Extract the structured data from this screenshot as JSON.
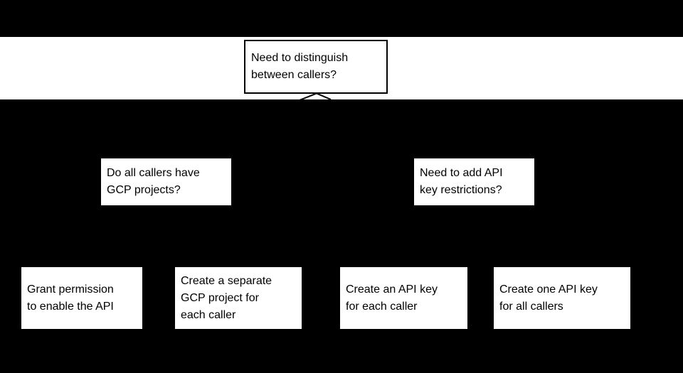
{
  "diagram": {
    "type": "flowchart",
    "colors": {
      "background": "#000000",
      "band": "#ffffff",
      "box_fill": "#ffffff",
      "box_border": "#000000",
      "text": "#000000"
    },
    "nodes": {
      "root": {
        "label": "Need to distinguish\nbetween callers?"
      },
      "q_gcp": {
        "label": "Do all callers have\nGCP projects?"
      },
      "q_restrictions": {
        "label": "Need to add API\nkey restrictions?"
      },
      "a_grant": {
        "label": "Grant permission\nto enable the API"
      },
      "a_project": {
        "label": "Create a separate\nGCP project for\neach caller"
      },
      "a_key_each": {
        "label": "Create an API key\nfor each caller"
      },
      "a_key_all": {
        "label": "Create one API key\nfor all callers"
      }
    }
  }
}
